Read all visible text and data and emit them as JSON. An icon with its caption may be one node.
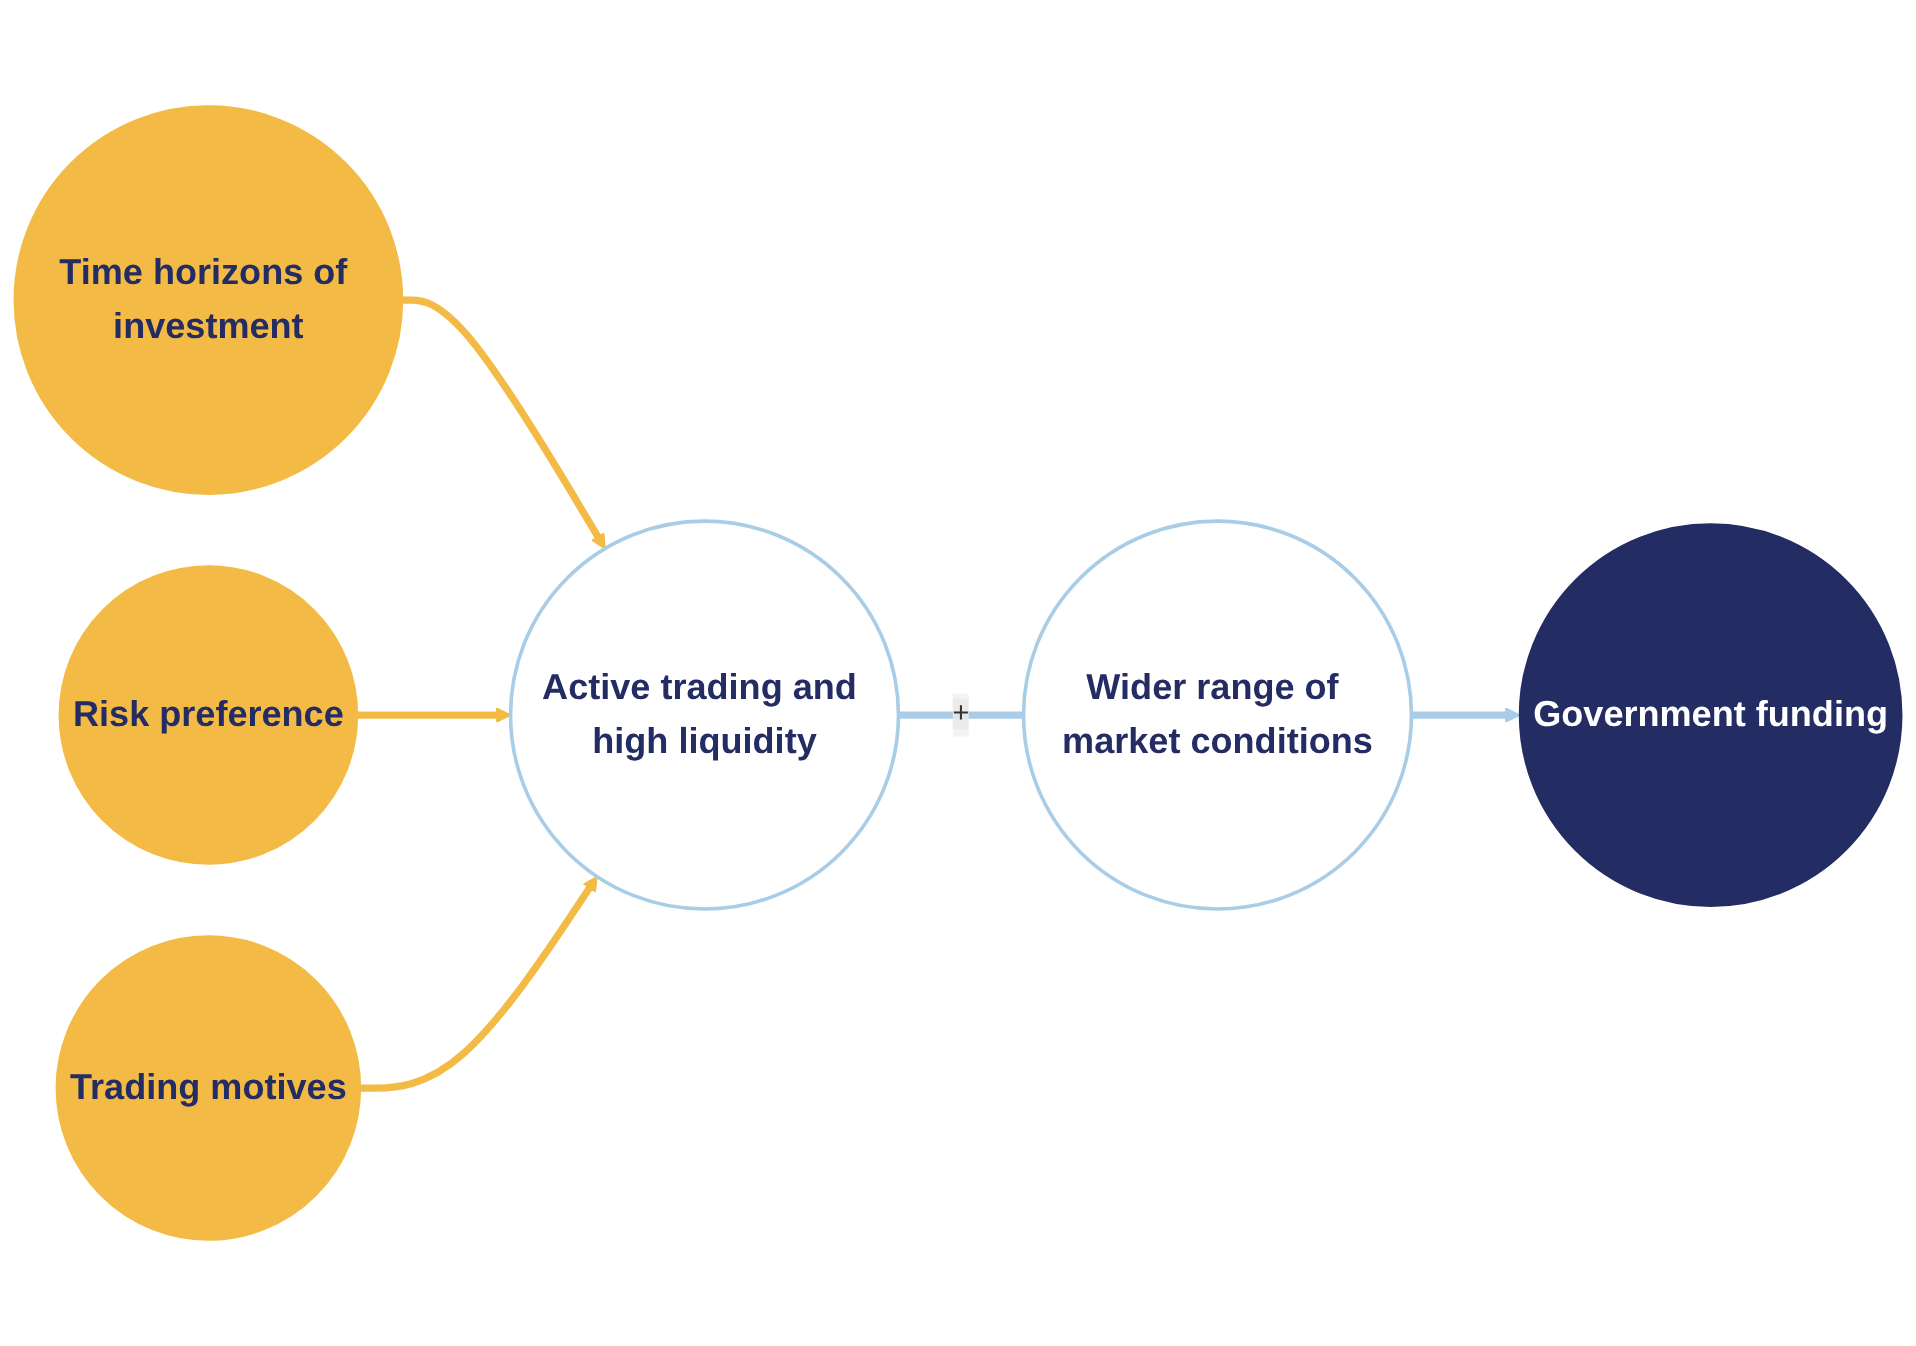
{
  "diagram": {
    "nodes": [
      {
        "text": [
          "Time horizons of investment"
        ]
      },
      {
        "text": [
          "Risk preference"
        ]
      },
      {
        "text": [
          "Trading motives"
        ]
      },
      {
        "text": [
          "Active trading and high liquidity"
        ]
      },
      {
        "text": [
          "Wider range of market conditions"
        ]
      },
      {
        "text": [
          "Government funding"
        ]
      }
    ],
    "edges": [
      {
        "from": 0,
        "to": 3,
        "arrow": "to"
      },
      {
        "from": 1,
        "to": 3,
        "arrow": "to"
      },
      {
        "from": 2,
        "to": 3,
        "arrow": "to"
      },
      {
        "from": 3,
        "to": 4,
        "arrow": "none",
        "label": "+",
        "color": "#a9cde6"
      },
      {
        "from": 4,
        "to": 5,
        "arrow": "to",
        "color": "#a9cde6"
      }
    ]
  }
}
